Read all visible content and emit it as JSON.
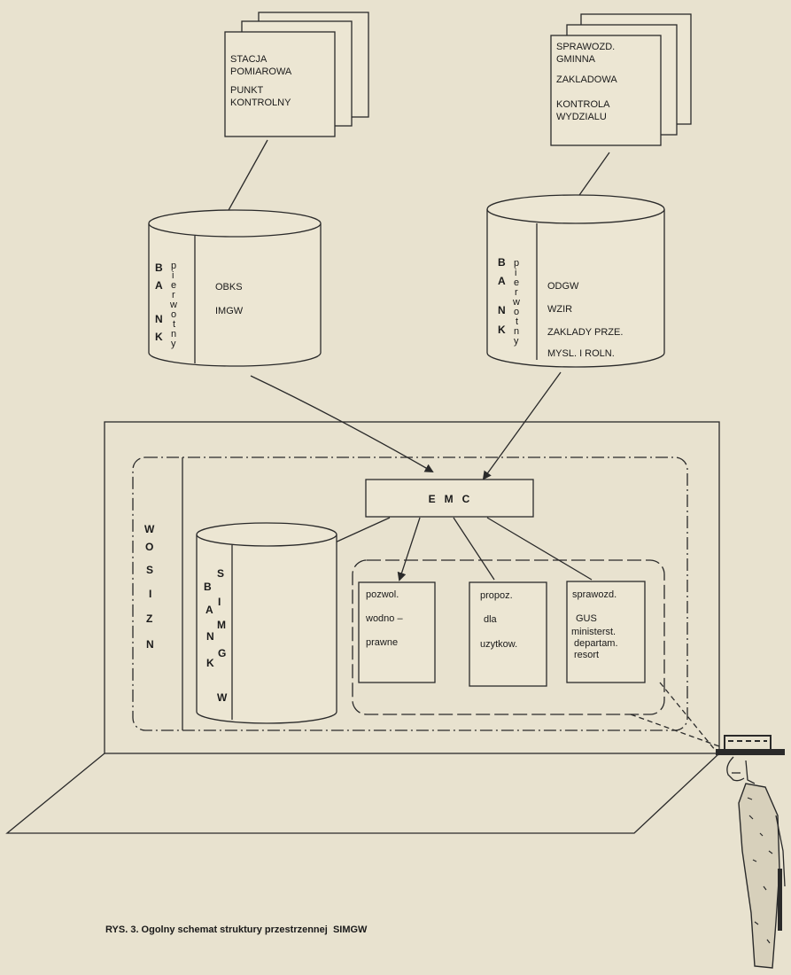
{
  "source_stack_left": {
    "lines": [
      "STACJA",
      "POMIAROWA",
      "PUNKT",
      "KONTROLNY"
    ]
  },
  "source_stack_right": {
    "lines": [
      "SPRAWOZD.",
      "GMINNA",
      "ZAKLADOWA",
      "KONTROLA",
      "WYDZIALU"
    ]
  },
  "bank_left": {
    "side_letters": [
      "B",
      "A",
      "N",
      "K"
    ],
    "side_word": [
      "p",
      "i",
      "e",
      "r",
      "w",
      "o",
      "t",
      "n",
      "y"
    ],
    "items": [
      "OBKS",
      "IMGW"
    ]
  },
  "bank_right": {
    "side_letters": [
      "B",
      "A",
      "N",
      "K"
    ],
    "side_word": [
      "p",
      "i",
      "e",
      "r",
      "w",
      "o",
      "t",
      "n",
      "y"
    ],
    "items": [
      "ODGW",
      "WZIR",
      "ZAKLADY PRZE.",
      "MYSL. I ROLN."
    ]
  },
  "wosizn": {
    "letters": [
      "W",
      "O",
      "S",
      "I",
      "Z",
      "N"
    ]
  },
  "emc": {
    "label": "E   M   C"
  },
  "bank_simgw": {
    "side_letters": [
      "B",
      "A",
      "N",
      "K"
    ],
    "side_word": [
      "S",
      "I",
      "M",
      "G",
      "W"
    ]
  },
  "outputs": [
    {
      "lines": [
        "pozwol.",
        "wodno –",
        "prawne"
      ]
    },
    {
      "lines": [
        "propoz.",
        "dla",
        "uzytkow."
      ]
    },
    {
      "lines": [
        "sprawozd.",
        "GUS",
        "ministerst.",
        "departam.",
        "resort"
      ]
    }
  ],
  "caption": "RYS. 3. Ogolny schemat struktury przestrzennej  SIMGW"
}
